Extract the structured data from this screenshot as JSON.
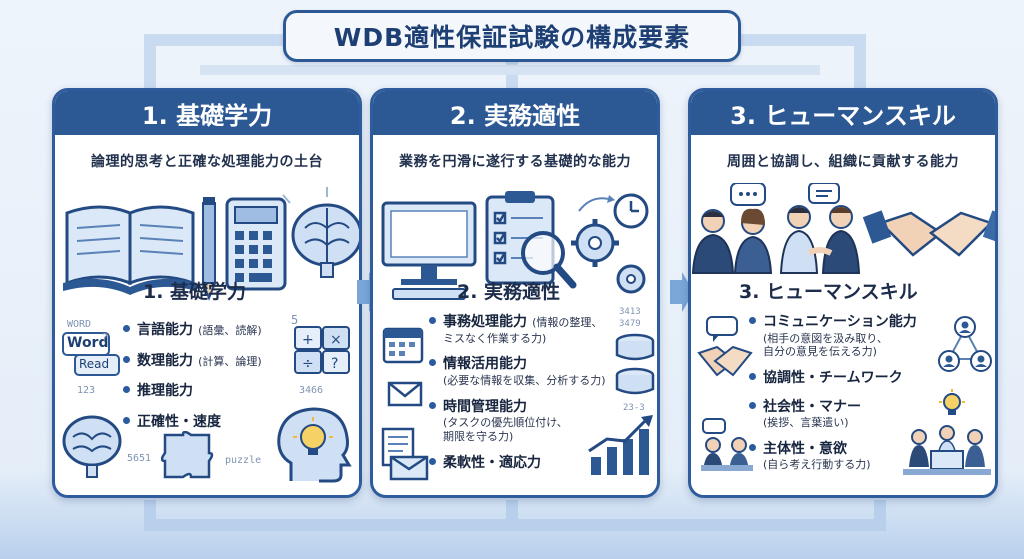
{
  "title": "WDB適性保証試験の構成要素",
  "columns": [
    {
      "header": "1. 基礎学力",
      "subtitle": "論理的思考と正確な処理能力の土台",
      "section_title": "1. 基礎学力",
      "items": [
        {
          "main": "言語能力",
          "note": "(語彙、読解)"
        },
        {
          "main": "数理能力",
          "note": "(計算、論理)"
        },
        {
          "main": "推理能力",
          "note": ""
        },
        {
          "main": "正確性・速度",
          "note": ""
        }
      ],
      "deco": {
        "word": "WORD",
        "word_bubble": "Word",
        "read_bubble": "Read",
        "n1": "123",
        "n2": "5651",
        "n3": "3466",
        "n4": "5",
        "puzzle": "puzzle",
        "q": "?"
      }
    },
    {
      "header": "2. 実務適性",
      "subtitle": "業務を円滑に遂行する基礎的な能力",
      "section_title": "2. 実務適性",
      "items": [
        {
          "main": "事務処理能力",
          "note": "(情報の整理、",
          "note2": "ミスなく作業する力)"
        },
        {
          "main": "情報活用能力",
          "note": "(必要な情報を収集、分析する力)",
          "note2": ""
        },
        {
          "main": "時間管理能力",
          "note": "(タスクの優先順位付け、",
          "note2": "期限を守る力)"
        },
        {
          "main": "柔軟性・適応力",
          "note": "",
          "note2": ""
        }
      ],
      "deco": {
        "n1": "3413",
        "n2": "3479",
        "n3": "23-3"
      }
    },
    {
      "header": "3. ヒューマンスキル",
      "subtitle": "周囲と協調し、組織に貢献する能力",
      "section_title": "3. ヒューマンスキル",
      "items": [
        {
          "main": "コミュニケーション能力",
          "note": "(相手の意図を汲み取り、",
          "note2": "自分の意見を伝える力)"
        },
        {
          "main": "協調性・チームワーク",
          "note": "",
          "note2": ""
        },
        {
          "main": "社会性・マナー",
          "note": "(挨拶、言葉遣い)",
          "note2": ""
        },
        {
          "main": "主体性・意欲",
          "note": "(自ら考え行動する力)",
          "note2": ""
        }
      ]
    }
  ],
  "colors": {
    "primary": "#2c5894",
    "accent": "#4a86c8",
    "light": "#dfeaf7"
  }
}
